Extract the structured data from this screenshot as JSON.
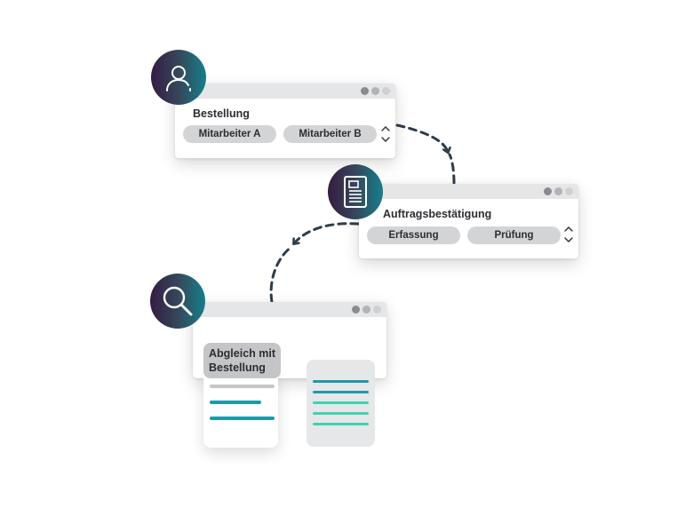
{
  "step1": {
    "title": "Bestellung",
    "chips": [
      "Mitarbeiter A",
      "Mitarbeiter B"
    ],
    "icon": "user-icon"
  },
  "step2": {
    "title": "Auftragsbestätigung",
    "chips": [
      "Erfassung",
      "Prüfung"
    ],
    "icon": "document-icon"
  },
  "step3": {
    "label": "Abgleich mit\nBestellung",
    "icon": "magnifier-icon"
  },
  "colors": {
    "icon_gradient_start": "#351c43",
    "icon_gradient_end": "#177e8b",
    "teal": "#1d9aa8",
    "mint": "#3fd1b0",
    "arrow": "#2f3c4c"
  }
}
